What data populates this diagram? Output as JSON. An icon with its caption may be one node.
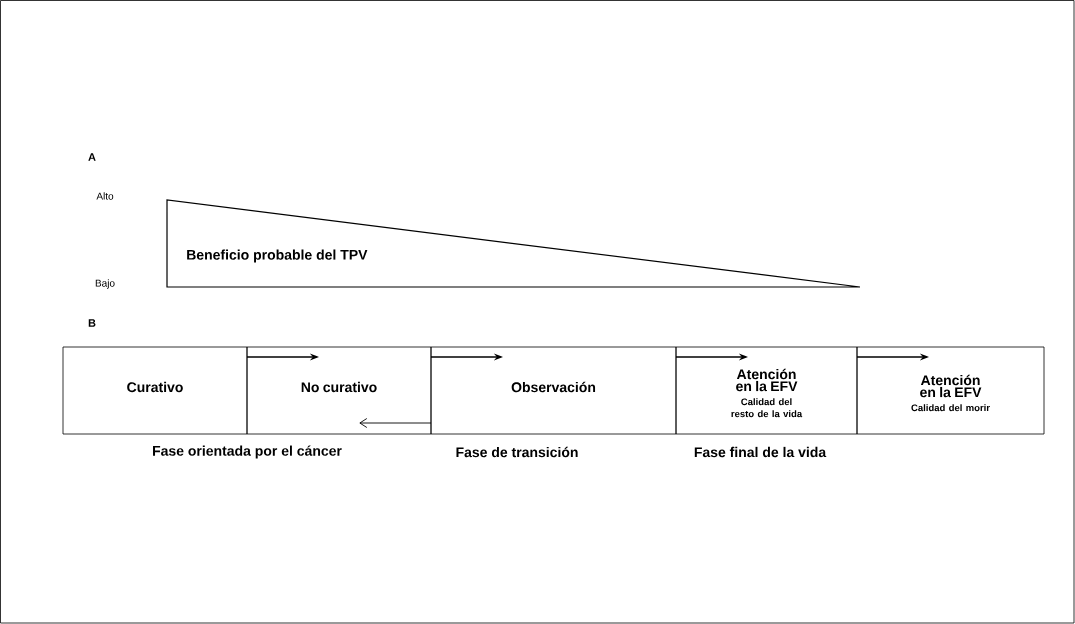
{
  "diagram": {
    "nodes": [
      {
        "text": [
          "Beneficio probable del TPV"
        ]
      },
      {
        "text": [
          "Curativo"
        ]
      },
      {
        "text": [
          "No curativo"
        ]
      },
      {
        "text": [
          "Observación"
        ]
      },
      {
        "text": [
          "Atención en la EFV",
          "Calidad del resto de la vida"
        ]
      },
      {
        "text": [
          "Atención en la EFV",
          "Calidad del morir"
        ]
      }
    ],
    "edges": [
      {
        "from": 1,
        "to": 2,
        "arrow": "to"
      },
      {
        "from": 2,
        "to": 3,
        "arrow": "to"
      },
      {
        "from": 3,
        "to": 4,
        "arrow": "to"
      },
      {
        "from": 4,
        "to": 5,
        "arrow": "to"
      },
      {
        "from": 3,
        "to": 2,
        "arrow": "to"
      }
    ],
    "labels": [
      "A",
      "Alto",
      "Bajo",
      "B",
      "Fase orientada por el cáncer",
      "Fase de transición",
      "Fase final de la vida"
    ]
  }
}
